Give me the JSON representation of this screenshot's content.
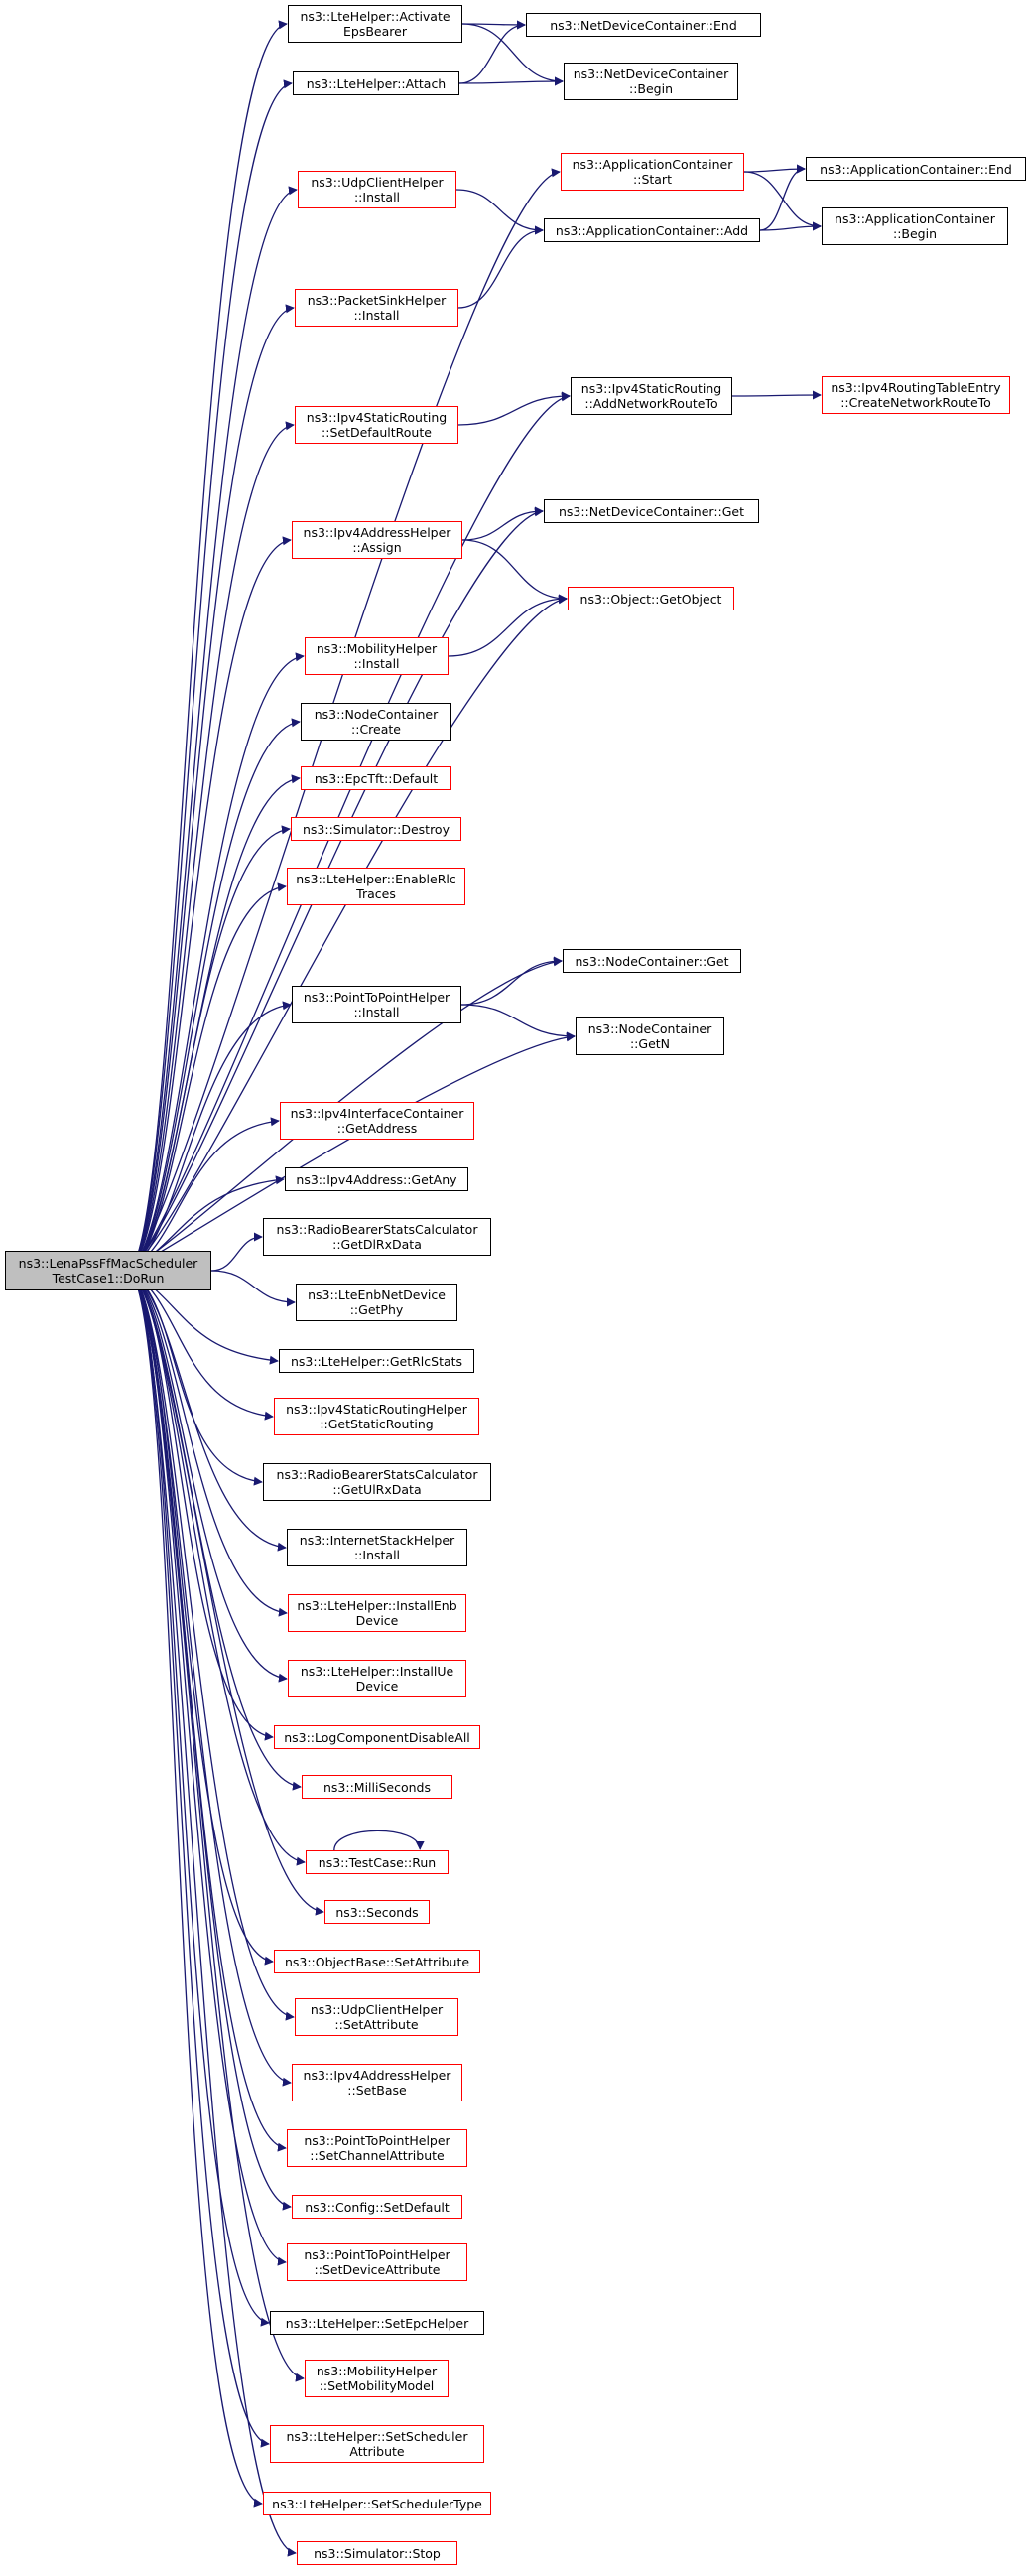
{
  "colors": {
    "edge": "#191970",
    "box_border": "#000000",
    "undocumented_border": "#ff0000",
    "root_fill": "#bfbfbf"
  },
  "nodes": [
    {
      "id": "root",
      "lines": [
        "ns3::LenaPssFfMacScheduler",
        "TestCase1::DoRun"
      ],
      "style": "root"
    },
    {
      "id": "n1",
      "lines": [
        "ns3::LteHelper::Activate",
        "EpsBearer"
      ],
      "style": "black"
    },
    {
      "id": "n2",
      "lines": [
        "ns3::NetDeviceContainer::End"
      ],
      "style": "black"
    },
    {
      "id": "n3",
      "lines": [
        "ns3::NetDeviceContainer",
        "::Begin"
      ],
      "style": "black"
    },
    {
      "id": "n4",
      "lines": [
        "ns3::LteHelper::Attach"
      ],
      "style": "black"
    },
    {
      "id": "n5",
      "lines": [
        "ns3::ApplicationContainer",
        "::Start"
      ],
      "style": "red"
    },
    {
      "id": "n6",
      "lines": [
        "ns3::ApplicationContainer::End"
      ],
      "style": "black"
    },
    {
      "id": "n7",
      "lines": [
        "ns3::ApplicationContainer",
        "::Begin"
      ],
      "style": "black"
    },
    {
      "id": "n8",
      "lines": [
        "ns3::UdpClientHelper",
        "::Install"
      ],
      "style": "red"
    },
    {
      "id": "n9",
      "lines": [
        "ns3::ApplicationContainer::Add"
      ],
      "style": "black"
    },
    {
      "id": "n10",
      "lines": [
        "ns3::PacketSinkHelper",
        "::Install"
      ],
      "style": "red"
    },
    {
      "id": "n11",
      "lines": [
        "ns3::Ipv4StaticRouting",
        "::AddNetworkRouteTo"
      ],
      "style": "black"
    },
    {
      "id": "n12",
      "lines": [
        "ns3::Ipv4RoutingTableEntry",
        "::CreateNetworkRouteTo"
      ],
      "style": "red"
    },
    {
      "id": "n13",
      "lines": [
        "ns3::Ipv4StaticRouting",
        "::SetDefaultRoute"
      ],
      "style": "red"
    },
    {
      "id": "n14",
      "lines": [
        "ns3::NetDeviceContainer::Get"
      ],
      "style": "black"
    },
    {
      "id": "n15",
      "lines": [
        "ns3::Ipv4AddressHelper",
        "::Assign"
      ],
      "style": "red"
    },
    {
      "id": "n16",
      "lines": [
        "ns3::Object::GetObject"
      ],
      "style": "red"
    },
    {
      "id": "n17",
      "lines": [
        "ns3::MobilityHelper",
        "::Install"
      ],
      "style": "red"
    },
    {
      "id": "n18",
      "lines": [
        "ns3::NodeContainer",
        "::Create"
      ],
      "style": "black"
    },
    {
      "id": "n19",
      "lines": [
        "ns3::EpcTft::Default"
      ],
      "style": "red"
    },
    {
      "id": "n20",
      "lines": [
        "ns3::Simulator::Destroy"
      ],
      "style": "red"
    },
    {
      "id": "n21",
      "lines": [
        "ns3::LteHelper::EnableRlc",
        "Traces"
      ],
      "style": "red"
    },
    {
      "id": "n22",
      "lines": [
        "ns3::NodeContainer::Get"
      ],
      "style": "black"
    },
    {
      "id": "n23",
      "lines": [
        "ns3::PointToPointHelper",
        "::Install"
      ],
      "style": "black"
    },
    {
      "id": "n24",
      "lines": [
        "ns3::NodeContainer",
        "::GetN"
      ],
      "style": "black"
    },
    {
      "id": "n25",
      "lines": [
        "ns3::Ipv4InterfaceContainer",
        "::GetAddress"
      ],
      "style": "red"
    },
    {
      "id": "n26",
      "lines": [
        "ns3::Ipv4Address::GetAny"
      ],
      "style": "black"
    },
    {
      "id": "n27",
      "lines": [
        "ns3::RadioBearerStatsCalculator",
        "::GetDlRxData"
      ],
      "style": "black"
    },
    {
      "id": "n28",
      "lines": [
        "ns3::LteEnbNetDevice",
        "::GetPhy"
      ],
      "style": "black"
    },
    {
      "id": "n29",
      "lines": [
        "ns3::LteHelper::GetRlcStats"
      ],
      "style": "black"
    },
    {
      "id": "n30",
      "lines": [
        "ns3::Ipv4StaticRoutingHelper",
        "::GetStaticRouting"
      ],
      "style": "red"
    },
    {
      "id": "n31",
      "lines": [
        "ns3::RadioBearerStatsCalculator",
        "::GetUlRxData"
      ],
      "style": "black"
    },
    {
      "id": "n32",
      "lines": [
        "ns3::InternetStackHelper",
        "::Install"
      ],
      "style": "black"
    },
    {
      "id": "n33",
      "lines": [
        "ns3::LteHelper::InstallEnb",
        "Device"
      ],
      "style": "red"
    },
    {
      "id": "n34",
      "lines": [
        "ns3::LteHelper::InstallUe",
        "Device"
      ],
      "style": "red"
    },
    {
      "id": "n35",
      "lines": [
        "ns3::LogComponentDisableAll"
      ],
      "style": "red"
    },
    {
      "id": "n36",
      "lines": [
        "ns3::MilliSeconds"
      ],
      "style": "red"
    },
    {
      "id": "n37",
      "lines": [
        "ns3::TestCase::Run"
      ],
      "style": "red"
    },
    {
      "id": "n38",
      "lines": [
        "ns3::Seconds"
      ],
      "style": "red"
    },
    {
      "id": "n39",
      "lines": [
        "ns3::ObjectBase::SetAttribute"
      ],
      "style": "red"
    },
    {
      "id": "n40",
      "lines": [
        "ns3::UdpClientHelper",
        "::SetAttribute"
      ],
      "style": "red"
    },
    {
      "id": "n41",
      "lines": [
        "ns3::Ipv4AddressHelper",
        "::SetBase"
      ],
      "style": "red"
    },
    {
      "id": "n42",
      "lines": [
        "ns3::PointToPointHelper",
        "::SetChannelAttribute"
      ],
      "style": "red"
    },
    {
      "id": "n43",
      "lines": [
        "ns3::Config::SetDefault"
      ],
      "style": "red"
    },
    {
      "id": "n44",
      "lines": [
        "ns3::PointToPointHelper",
        "::SetDeviceAttribute"
      ],
      "style": "red"
    },
    {
      "id": "n45",
      "lines": [
        "ns3::LteHelper::SetEpcHelper"
      ],
      "style": "black"
    },
    {
      "id": "n46",
      "lines": [
        "ns3::MobilityHelper",
        "::SetMobilityModel"
      ],
      "style": "red"
    },
    {
      "id": "n47",
      "lines": [
        "ns3::LteHelper::SetScheduler",
        "Attribute"
      ],
      "style": "red"
    },
    {
      "id": "n48",
      "lines": [
        "ns3::LteHelper::SetSchedulerType"
      ],
      "style": "red"
    },
    {
      "id": "n49",
      "lines": [
        "ns3::Simulator::Stop"
      ],
      "style": "red"
    }
  ],
  "edges": [
    [
      "root",
      "n1"
    ],
    [
      "root",
      "n4"
    ],
    [
      "root",
      "n5"
    ],
    [
      "root",
      "n8"
    ],
    [
      "root",
      "n10"
    ],
    [
      "root",
      "n11"
    ],
    [
      "root",
      "n13"
    ],
    [
      "root",
      "n14"
    ],
    [
      "root",
      "n15"
    ],
    [
      "root",
      "n16"
    ],
    [
      "root",
      "n17"
    ],
    [
      "root",
      "n18"
    ],
    [
      "root",
      "n19"
    ],
    [
      "root",
      "n20"
    ],
    [
      "root",
      "n21"
    ],
    [
      "root",
      "n22"
    ],
    [
      "root",
      "n23"
    ],
    [
      "root",
      "n24"
    ],
    [
      "root",
      "n25"
    ],
    [
      "root",
      "n26"
    ],
    [
      "root",
      "n27"
    ],
    [
      "root",
      "n28"
    ],
    [
      "root",
      "n29"
    ],
    [
      "root",
      "n30"
    ],
    [
      "root",
      "n31"
    ],
    [
      "root",
      "n32"
    ],
    [
      "root",
      "n33"
    ],
    [
      "root",
      "n34"
    ],
    [
      "root",
      "n35"
    ],
    [
      "root",
      "n36"
    ],
    [
      "root",
      "n37"
    ],
    [
      "root",
      "n38"
    ],
    [
      "root",
      "n39"
    ],
    [
      "root",
      "n40"
    ],
    [
      "root",
      "n41"
    ],
    [
      "root",
      "n42"
    ],
    [
      "root",
      "n43"
    ],
    [
      "root",
      "n44"
    ],
    [
      "root",
      "n45"
    ],
    [
      "root",
      "n46"
    ],
    [
      "root",
      "n47"
    ],
    [
      "root",
      "n48"
    ],
    [
      "root",
      "n49"
    ],
    [
      "n1",
      "n2"
    ],
    [
      "n1",
      "n3"
    ],
    [
      "n4",
      "n2"
    ],
    [
      "n4",
      "n3"
    ],
    [
      "n5",
      "n6"
    ],
    [
      "n5",
      "n7"
    ],
    [
      "n8",
      "n9"
    ],
    [
      "n10",
      "n9"
    ],
    [
      "n9",
      "n6"
    ],
    [
      "n9",
      "n7"
    ],
    [
      "n11",
      "n12"
    ],
    [
      "n13",
      "n11"
    ],
    [
      "n15",
      "n14"
    ],
    [
      "n15",
      "n16"
    ],
    [
      "n17",
      "n16"
    ],
    [
      "n23",
      "n22"
    ],
    [
      "n23",
      "n24"
    ],
    [
      "n37",
      "n37"
    ]
  ]
}
